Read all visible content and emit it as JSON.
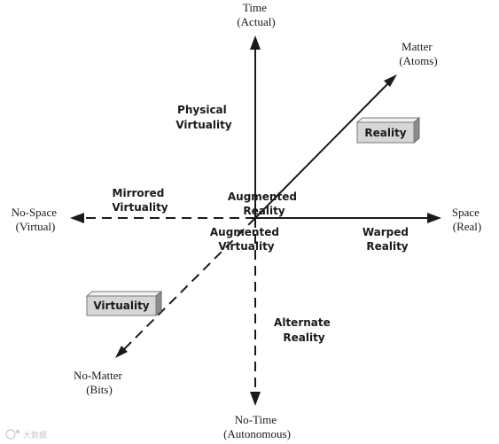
{
  "axes": {
    "time": {
      "line1": "Time",
      "line2": "(Actual)"
    },
    "no_time": {
      "line1": "No-Time",
      "line2": "(Autonomous)"
    },
    "space": {
      "line1": "Space",
      "line2": "(Real)"
    },
    "no_space": {
      "line1": "No-Space",
      "line2": "(Virtual)"
    },
    "matter": {
      "line1": "Matter",
      "line2": "(Atoms)"
    },
    "no_matter": {
      "line1": "No-Matter",
      "line2": "(Bits)"
    }
  },
  "regions": {
    "physical_virtuality": {
      "line1": "Physical",
      "line2": "Virtuality"
    },
    "mirrored_virtuality": {
      "line1": "Mirrored",
      "line2": "Virtuality"
    },
    "augmented_reality": {
      "line1": "Augmented",
      "line2": "Reality"
    },
    "augmented_virtuality": {
      "line1": "Augmented",
      "line2": "Virtuality"
    },
    "warped_reality": {
      "line1": "Warped",
      "line2": "Reality"
    },
    "alternate_reality": {
      "line1": "Alternate",
      "line2": "Reality"
    }
  },
  "boxes": {
    "reality": "Reality",
    "virtuality": "Virtuality"
  },
  "watermark": {
    "text": "大数据"
  }
}
